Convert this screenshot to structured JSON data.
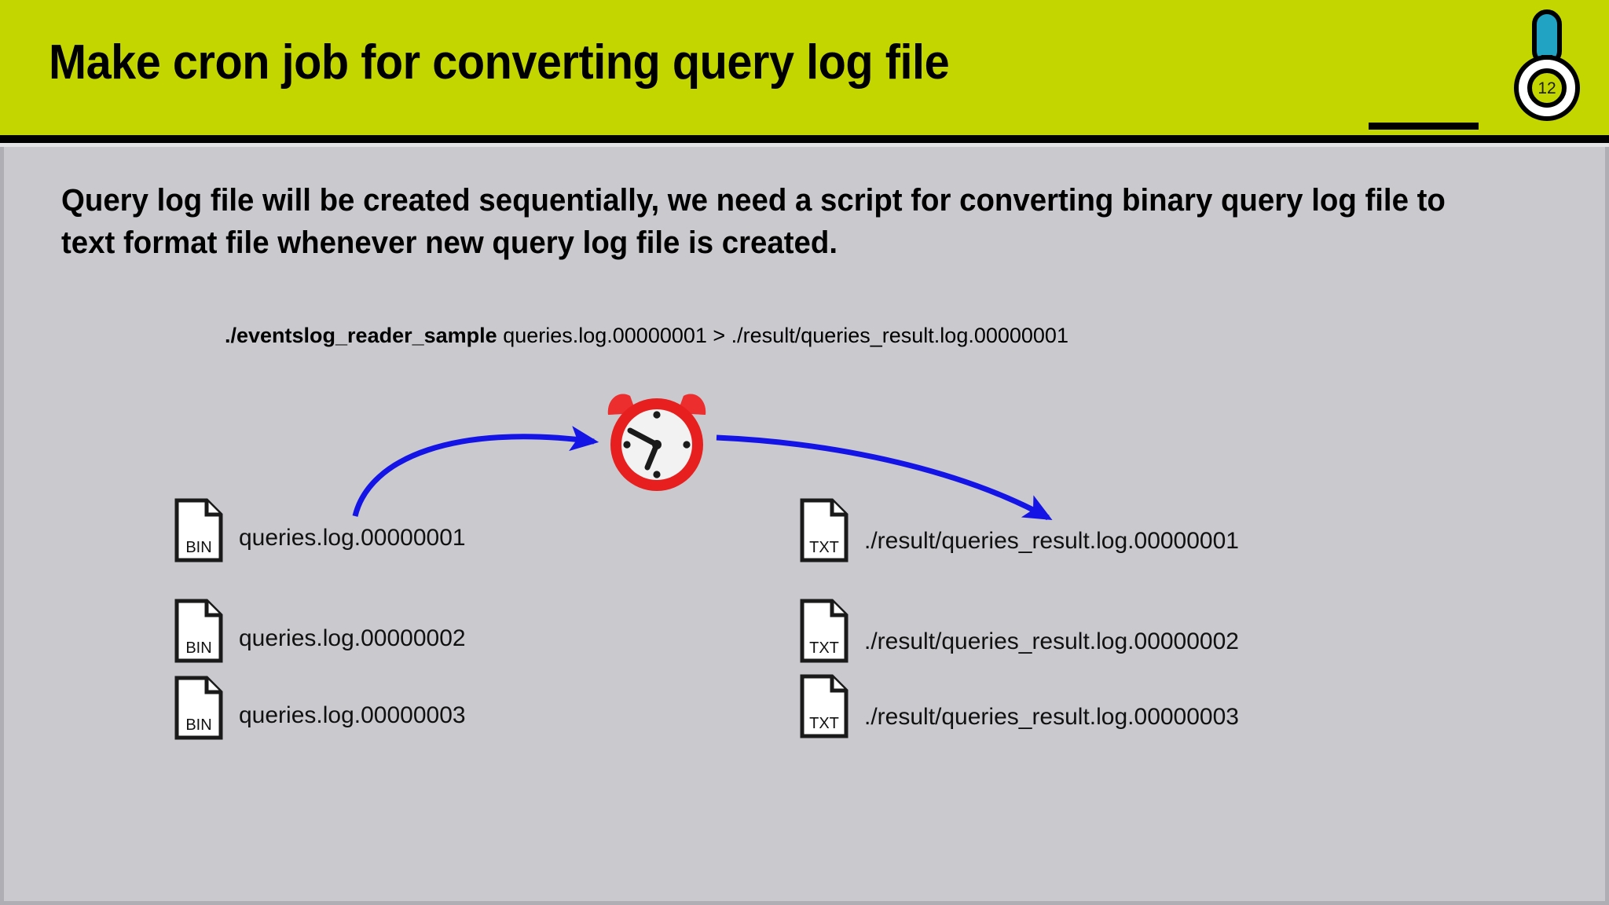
{
  "slide": {
    "title": "Make cron job for converting query log file",
    "page_number": "12",
    "colors": {
      "header_band": "#c4d600",
      "body_background": "#c9c9ce",
      "badge_stem": "#21a3c4",
      "arrow": "#1414e6",
      "clock_red": "#e81f1f"
    }
  },
  "body": {
    "lead_paragraph": "Query log file will be created sequentially, we need a script for converting binary query log file to text format file whenever new query log file is created.",
    "command": {
      "bold_part": "./eventslog_reader_sample",
      "rest_part": " queries.log.00000001 > ./result/queries_result.log.00000001",
      "full": "./eventslog_reader_sample queries.log.00000001 > ./result/queries_result.log.00000001"
    }
  },
  "diagram": {
    "clock_label": "alarm-clock",
    "input_files": [
      {
        "type": "BIN",
        "name": "queries.log.00000001"
      },
      {
        "type": "BIN",
        "name": "queries.log.00000002"
      },
      {
        "type": "BIN",
        "name": "queries.log.00000003"
      }
    ],
    "output_files": [
      {
        "type": "TXT",
        "name": "./result/queries_result.log.00000001"
      },
      {
        "type": "TXT",
        "name": "./result/queries_result.log.00000002"
      },
      {
        "type": "TXT",
        "name": "./result/queries_result.log.00000003"
      }
    ]
  }
}
